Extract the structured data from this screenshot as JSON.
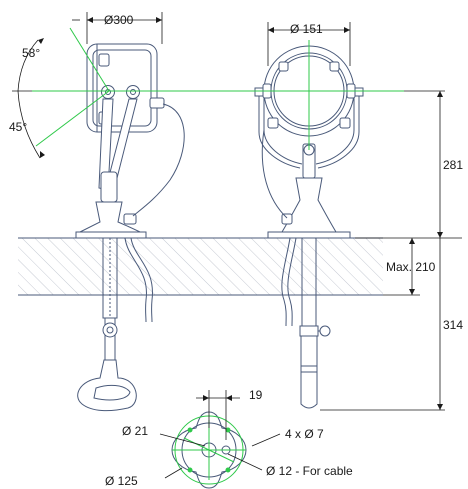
{
  "dimensions": {
    "lamp_diameter": "Ø300",
    "inner_ring_diameter": "Ø 151",
    "tilt_up_angle": "58°",
    "tilt_down_angle": "45°",
    "head_height": "281",
    "max_depth": "Max. 210",
    "tube_length": "314",
    "bolt_offset": "19",
    "center_hole": "Ø 21",
    "mount_holes": "4 x Ø 7",
    "flange_diameter": "Ø 125",
    "cable_hole": "Ø 12 - For cable"
  },
  "colors": {
    "line": "#4a5a7a",
    "dimension": "#1a1a1a",
    "accent": "#2fc94a",
    "hatch": "#b8bcc8"
  }
}
